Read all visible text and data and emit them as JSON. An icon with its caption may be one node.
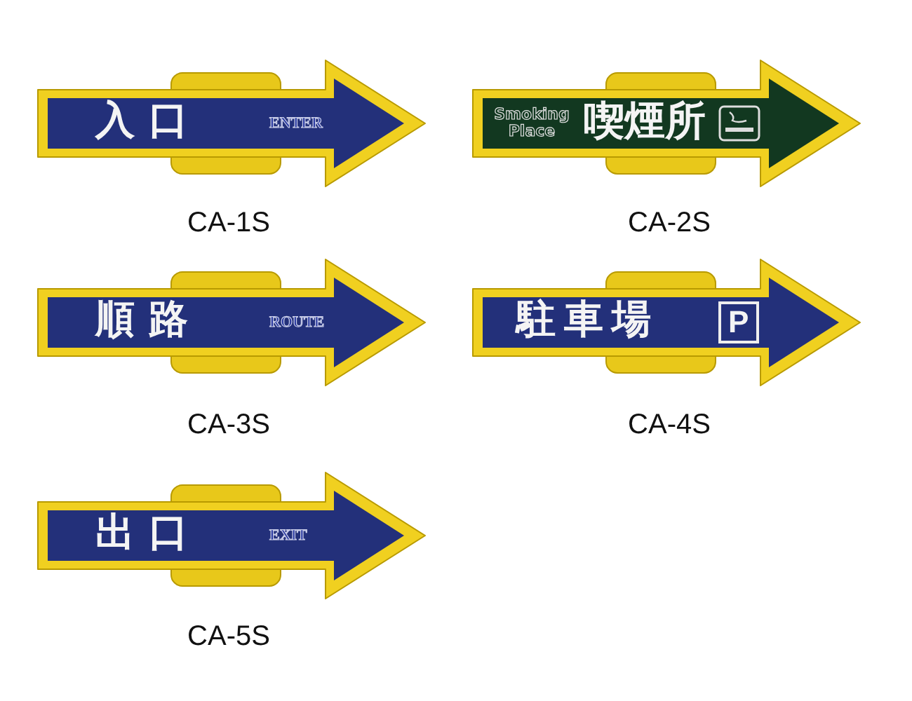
{
  "diagram": {
    "nodes": [
      {
        "text": [
          "入口",
          "ENTER"
        ],
        "beside": [
          "CA-1S"
        ]
      },
      {
        "text": [
          "Smoking Place",
          "喫煙所"
        ],
        "beside": [
          "CA-2S"
        ]
      },
      {
        "text": [
          "順路",
          "ROUTE"
        ],
        "beside": [
          "CA-3S"
        ]
      },
      {
        "text": [
          "駐車場",
          "P"
        ],
        "beside": [
          "CA-4S"
        ]
      },
      {
        "text": [
          "出口",
          "EXIT"
        ],
        "beside": [
          "CA-5S"
        ]
      }
    ],
    "edges": []
  }
}
